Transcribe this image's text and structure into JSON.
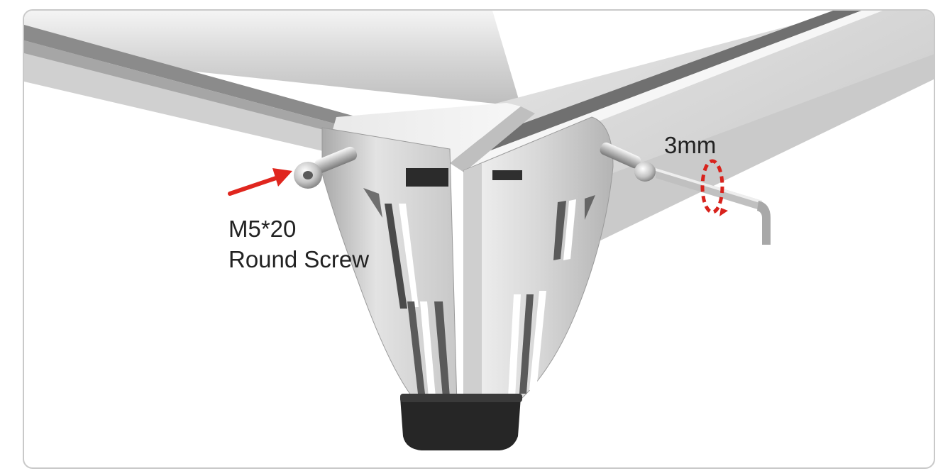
{
  "labels": {
    "screw_code": "M5*20",
    "screw_name": "Round Screw",
    "hex_key_size": "3mm"
  },
  "colors": {
    "arrow": "#e0261e",
    "rubber_foot": "#262626",
    "metal_light": "#f2f2f2",
    "metal_mid": "#cfcfcf",
    "metal_dark": "#8e8e8e",
    "frame_border": "#c9c9c9"
  }
}
